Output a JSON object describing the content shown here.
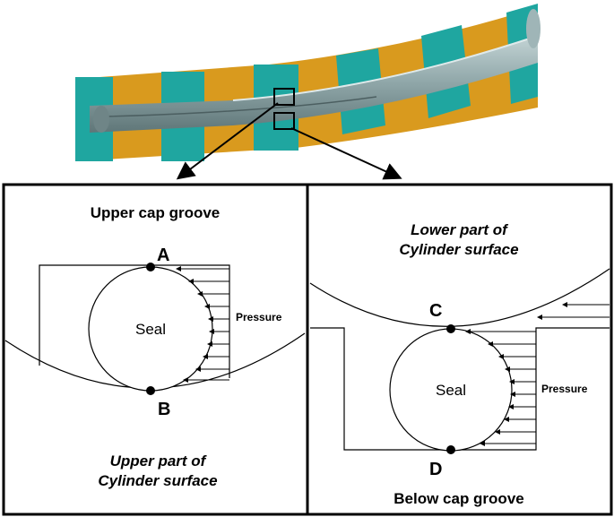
{
  "left_panel": {
    "title": "Upper cap groove",
    "bottom_label_line1": "Upper part of",
    "bottom_label_line2": "Cylinder surface",
    "seal_label": "Seal",
    "pressure_label": "Pressure",
    "point_top": "A",
    "point_bottom": "B"
  },
  "right_panel": {
    "top_label_line1": "Lower part of",
    "top_label_line2": "Cylinder surface",
    "bottom_title": "Below cap groove",
    "seal_label": "Seal",
    "pressure_label": "Pressure",
    "point_top": "C",
    "point_bottom": "D"
  },
  "colors": {
    "cap_orange": "#d99a1e",
    "seal_teal": "#1fa6a0",
    "tube_gray": "#8fa6a8",
    "line": "#000000"
  }
}
